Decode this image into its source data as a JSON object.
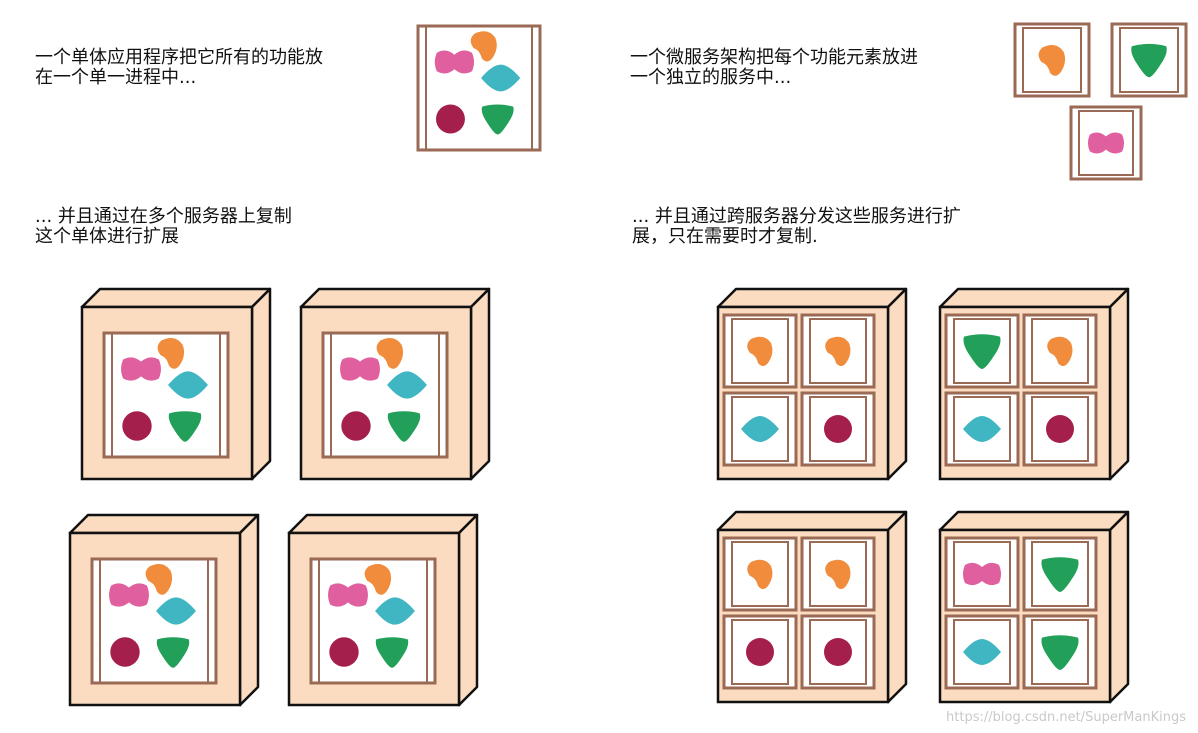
{
  "captions": {
    "monolith_intro": "一个单体应用程序把它所有的功能放\n在一个单一进程中...",
    "microservices_intro": "一个微服务架构把每个功能元素放进\n一个独立的服务中...",
    "monolith_scale": "... 并且通过在多个服务器上复制\n这个单体进行扩展",
    "microservices_scale": "... 并且通过跨服务器分发这些服务进行扩\n展，只在需要时才复制."
  },
  "watermark": "https://blog.csdn.net/SuperManKings",
  "colors": {
    "box_face": "#fbdcc0",
    "box_outline": "#111111",
    "frame": "#9a6a55",
    "pink": "#e0609f",
    "orange": "#f08c3c",
    "teal": "#3fb6c2",
    "crimson": "#a51f4c",
    "green": "#22a05a"
  },
  "shapes": {
    "pink": "pink-bowtie",
    "orange": "orange-blob",
    "teal": "teal-diamond",
    "crimson": "crimson-circle",
    "green": "green-triangle"
  },
  "monolith_servers": 4,
  "microservice_servers": [
    [
      "orange",
      "orange",
      "teal",
      "crimson"
    ],
    [
      "green",
      "orange",
      "teal",
      "crimson"
    ],
    [
      "orange",
      "orange",
      "crimson",
      "crimson"
    ],
    [
      "pink",
      "green",
      "teal",
      "green"
    ]
  ]
}
